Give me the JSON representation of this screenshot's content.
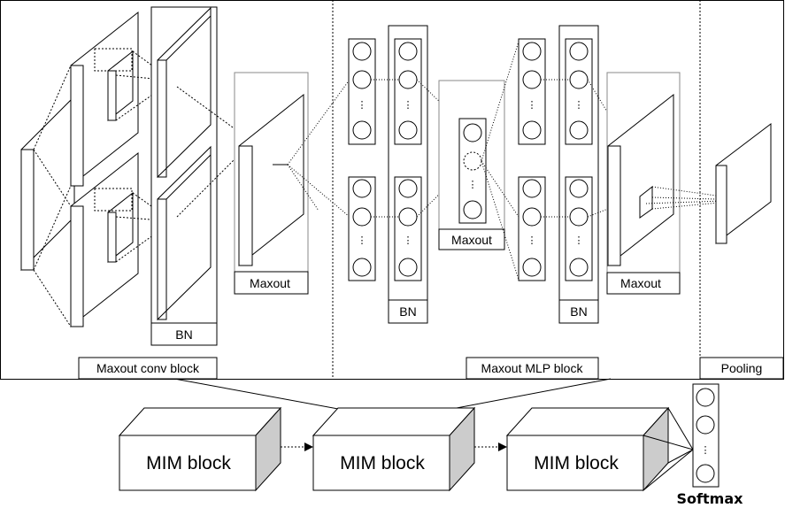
{
  "labels": {
    "maxout_conv_block": "Maxout conv block",
    "maxout_mlp_block": "Maxout MLP block",
    "pooling": "Pooling",
    "bn_1": "BN",
    "bn_2": "BN",
    "bn_3": "BN",
    "maxout_1": "Maxout",
    "maxout_2": "Maxout",
    "maxout_3": "Maxout",
    "mim_block_1": "MIM block",
    "mim_block_2": "MIM block",
    "mim_block_3": "MIM block",
    "softmax": "Softmax"
  },
  "colors": {
    "stroke": "#000000",
    "box_fill": "#ffffff",
    "shade_fill": "#cccccc",
    "faint_stroke": "#999999"
  }
}
